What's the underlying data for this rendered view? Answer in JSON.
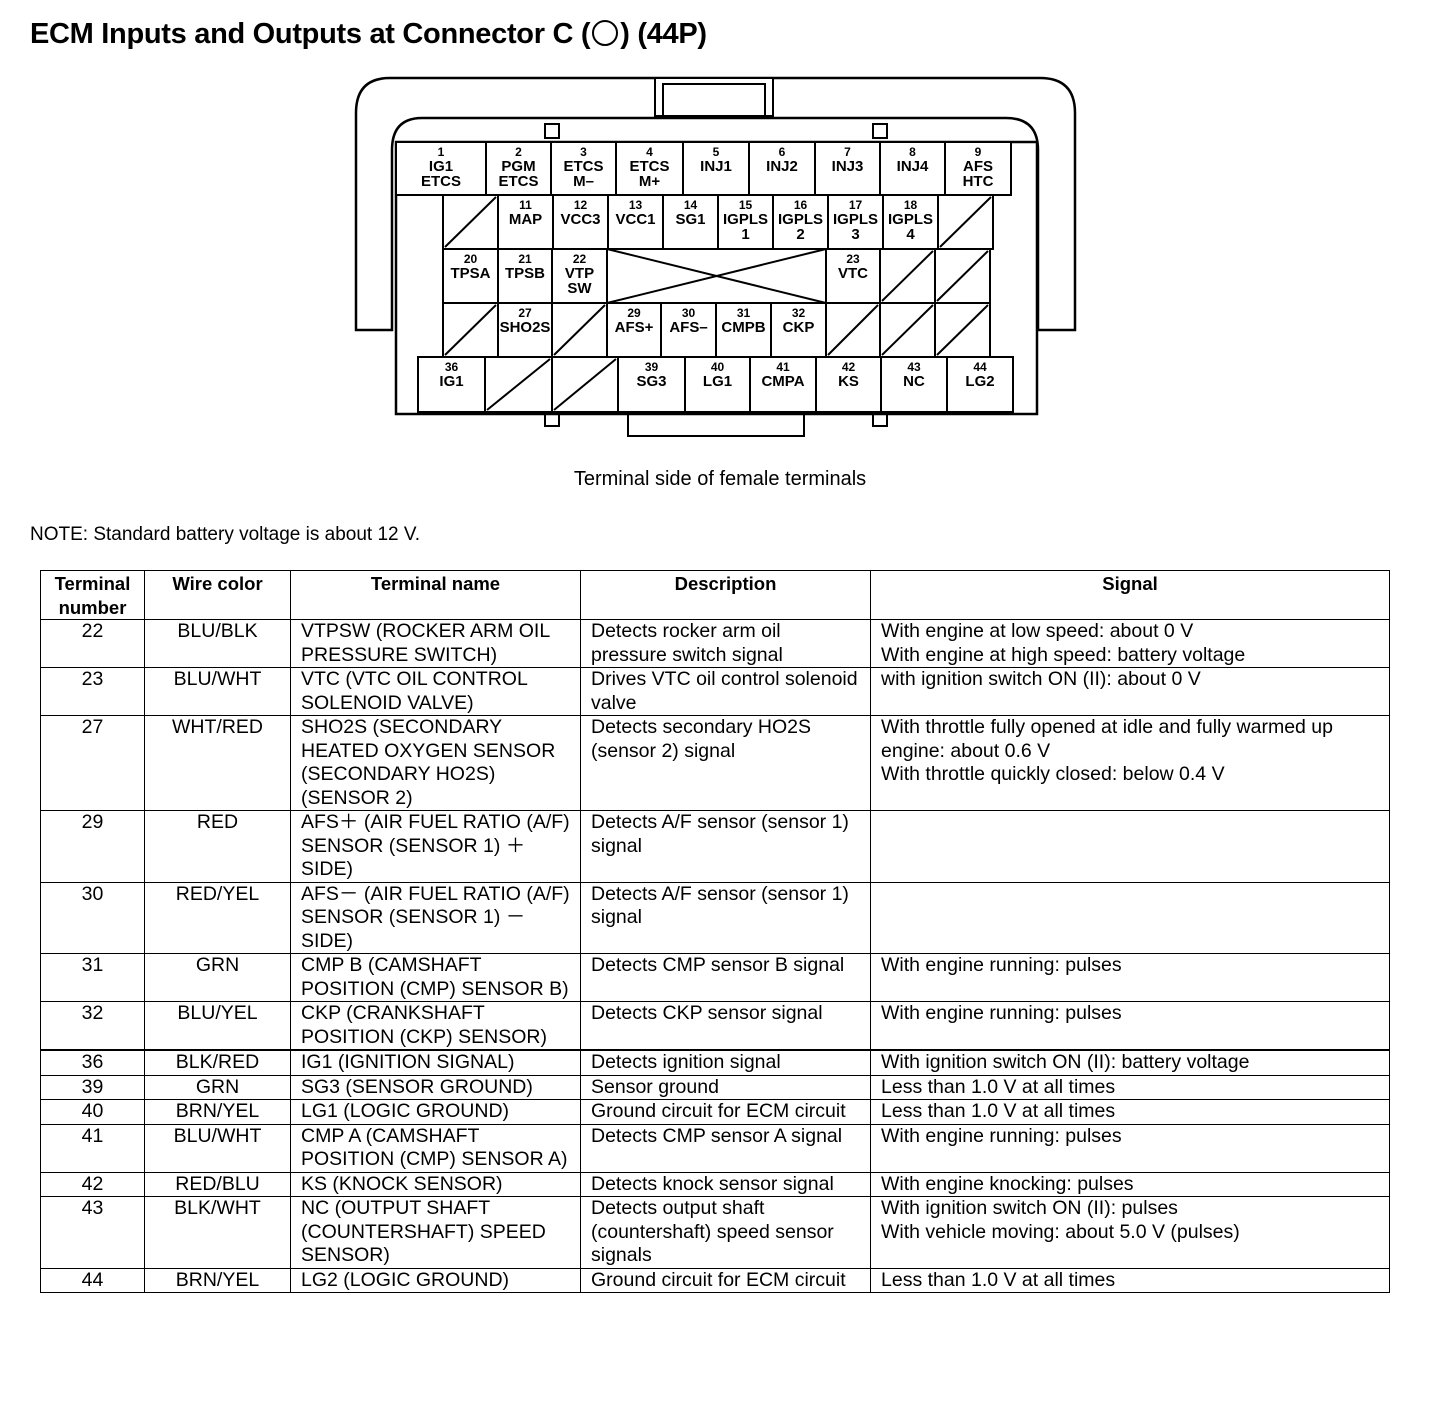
{
  "title_prefix": "ECM Inputs and Outputs at Connector C (",
  "title_suffix": ") (44P)",
  "connector_symbol": "circle",
  "caption": "Terminal side of female terminals",
  "note": "NOTE: Standard battery voltage is about 12 V.",
  "connector_pins": {
    "row1": [
      {
        "num": "1",
        "lines": [
          "IG1",
          "ETCS"
        ]
      },
      {
        "num": "2",
        "lines": [
          "PGM",
          "ETCS"
        ]
      },
      {
        "num": "3",
        "lines": [
          "ETCS",
          "M–"
        ]
      },
      {
        "num": "4",
        "lines": [
          "ETCS",
          "M+"
        ]
      },
      {
        "num": "5",
        "lines": [
          "INJ1"
        ]
      },
      {
        "num": "6",
        "lines": [
          "INJ2"
        ]
      },
      {
        "num": "7",
        "lines": [
          "INJ3"
        ]
      },
      {
        "num": "8",
        "lines": [
          "INJ4"
        ]
      },
      {
        "num": "9",
        "lines": [
          "AFS",
          "HTC"
        ]
      }
    ],
    "row2": [
      {
        "num": "",
        "lines": []
      },
      {
        "num": "11",
        "lines": [
          "MAP"
        ]
      },
      {
        "num": "12",
        "lines": [
          "VCC3"
        ]
      },
      {
        "num": "13",
        "lines": [
          "VCC1"
        ]
      },
      {
        "num": "14",
        "lines": [
          "SG1"
        ]
      },
      {
        "num": "15",
        "lines": [
          "IGPLS",
          "1"
        ]
      },
      {
        "num": "16",
        "lines": [
          "IGPLS",
          "2"
        ]
      },
      {
        "num": "17",
        "lines": [
          "IGPLS",
          "3"
        ]
      },
      {
        "num": "18",
        "lines": [
          "IGPLS",
          "4"
        ]
      },
      {
        "num": "",
        "lines": []
      }
    ],
    "row3": [
      {
        "num": "20",
        "lines": [
          "TPSA"
        ]
      },
      {
        "num": "21",
        "lines": [
          "TPSB"
        ]
      },
      {
        "num": "22",
        "lines": [
          "VTP",
          "SW"
        ]
      },
      {
        "num": "23",
        "lines": [
          "VTC"
        ]
      }
    ],
    "row4": [
      {
        "num": "27",
        "lines": [
          "SHO2S"
        ]
      },
      {
        "num": "29",
        "lines": [
          "AFS+"
        ]
      },
      {
        "num": "30",
        "lines": [
          "AFS–"
        ]
      },
      {
        "num": "31",
        "lines": [
          "CMPB"
        ]
      },
      {
        "num": "32",
        "lines": [
          "CKP"
        ]
      }
    ],
    "row5": [
      {
        "num": "36",
        "lines": [
          "IG1"
        ]
      },
      {
        "num": "39",
        "lines": [
          "SG3"
        ]
      },
      {
        "num": "40",
        "lines": [
          "LG1"
        ]
      },
      {
        "num": "41",
        "lines": [
          "CMPA"
        ]
      },
      {
        "num": "42",
        "lines": [
          "KS"
        ]
      },
      {
        "num": "43",
        "lines": [
          "NC"
        ]
      },
      {
        "num": "44",
        "lines": [
          "LG2"
        ]
      }
    ]
  },
  "table": {
    "headers": {
      "terminal_number": "Terminal number",
      "wire_color": "Wire color",
      "terminal_name": "Terminal name",
      "description": "Description",
      "signal": "Signal"
    },
    "rows": [
      {
        "num": "22",
        "wire": "BLU/BLK",
        "name": "VTPSW (ROCKER ARM OIL PRESSURE SWITCH)",
        "desc": "Detects rocker arm oil pressure switch signal",
        "signal": "With engine at low speed: about 0 V\nWith engine at high speed: battery voltage"
      },
      {
        "num": "23",
        "wire": "BLU/WHT",
        "name": "VTC (VTC OIL CONTROL SOLENOID VALVE)",
        "desc": "Drives VTC oil control solenoid valve",
        "signal": "with ignition switch ON (II): about 0 V"
      },
      {
        "num": "27",
        "wire": "WHT/RED",
        "name": "SHO2S (SECONDARY HEATED OXYGEN SENSOR (SECONDARY HO2S) (SENSOR 2)",
        "desc": "Detects secondary HO2S (sensor 2) signal",
        "signal": "With throttle fully opened at idle and fully warmed up engine: about 0.6 V\nWith throttle quickly closed: below 0.4 V"
      },
      {
        "num": "29",
        "wire": "RED",
        "name": "AFS＋ (AIR FUEL RATIO (A/F) SENSOR (SENSOR 1) ＋SIDE)",
        "desc": "Detects A/F sensor (sensor 1) signal",
        "signal": ""
      },
      {
        "num": "30",
        "wire": "RED/YEL",
        "name": "AFS－ (AIR FUEL RATIO (A/F) SENSOR (SENSOR 1) －SIDE)",
        "desc": "Detects A/F sensor (sensor 1) signal",
        "signal": ""
      },
      {
        "num": "31",
        "wire": "GRN",
        "name": "CMP B (CAMSHAFT POSITION (CMP) SENSOR B)",
        "desc": "Detects CMP sensor B signal",
        "signal": "With engine running: pulses"
      },
      {
        "num": "32",
        "wire": "BLU/YEL",
        "name": "CKP (CRANKSHAFT POSITION (CKP) SENSOR)",
        "desc": "Detects CKP sensor signal",
        "signal": "With engine running: pulses"
      },
      {
        "num": "36",
        "wire": "BLK/RED",
        "name": "IG1 (IGNITION SIGNAL)",
        "desc": "Detects ignition signal",
        "signal": "With ignition switch ON (II): battery voltage"
      },
      {
        "num": "39",
        "wire": "GRN",
        "name": "SG3 (SENSOR GROUND)",
        "desc": "Sensor ground",
        "signal": "Less than 1.0 V at all times"
      },
      {
        "num": "40",
        "wire": "BRN/YEL",
        "name": "LG1 (LOGIC GROUND)",
        "desc": "Ground circuit for ECM circuit",
        "signal": "Less than 1.0 V at all times"
      },
      {
        "num": "41",
        "wire": "BLU/WHT",
        "name": "CMP A (CAMSHAFT POSITION (CMP) SENSOR A)",
        "desc": "Detects CMP sensor A signal",
        "signal": "With engine running: pulses"
      },
      {
        "num": "42",
        "wire": "RED/BLU",
        "name": "KS (KNOCK SENSOR)",
        "desc": "Detects knock sensor signal",
        "signal": "With engine knocking: pulses"
      },
      {
        "num": "43",
        "wire": "BLK/WHT",
        "name": "NC (OUTPUT SHAFT (COUNTERSHAFT) SPEED SENSOR)",
        "desc": "Detects output shaft (countershaft) speed sensor signals",
        "signal": "With ignition switch ON (II): pulses\nWith vehicle moving: about 5.0 V (pulses)"
      },
      {
        "num": "44",
        "wire": "BRN/YEL",
        "name": "LG2 (LOGIC GROUND)",
        "desc": "Ground circuit for ECM circuit",
        "signal": "Less than 1.0 V at all times"
      }
    ]
  }
}
